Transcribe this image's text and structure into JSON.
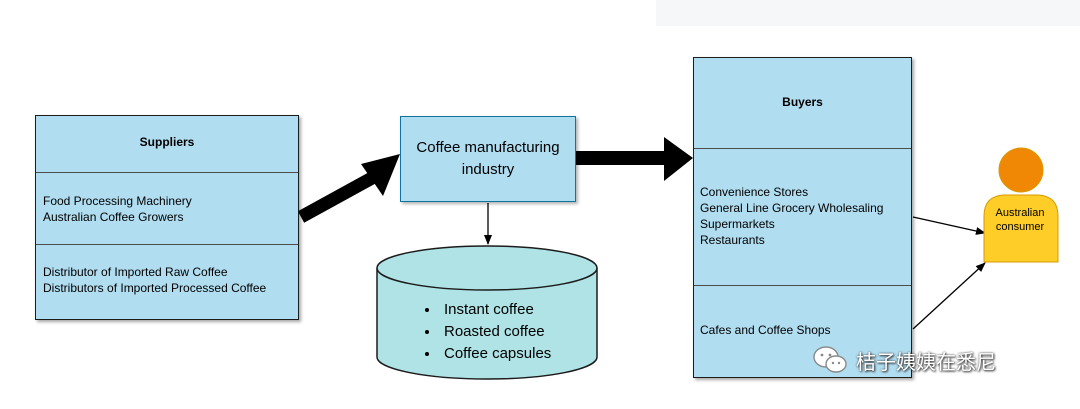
{
  "suppliers": {
    "title": "Suppliers",
    "group1": [
      "Food Processing Machinery",
      "Australian Coffee Growers"
    ],
    "group2": [
      "Distributor of Imported Raw Coffee",
      "Distributors of Imported Processed Coffee"
    ]
  },
  "industry": {
    "line1": "Coffee manufacturing",
    "line2": "industry"
  },
  "products": [
    "Instant coffee",
    "Roasted coffee",
    "Coffee capsules"
  ],
  "buyers": {
    "title": "Buyers",
    "group1": [
      "Convenience Stores",
      "General Line Grocery Wholesaling",
      "Supermarkets",
      "Restaurants"
    ],
    "group2": [
      "Cafes and Coffee Shops"
    ]
  },
  "consumer": {
    "line1": "Australian",
    "line2": "consumer"
  },
  "watermark": {
    "text": "桔子姨姨在悉尼",
    "icon": "wechat-icon"
  },
  "colors": {
    "box_fill": "#b1ddf0",
    "cylinder_fill": "#b0e3e6",
    "person_head": "#f08705",
    "person_body": "#ffcd28"
  }
}
